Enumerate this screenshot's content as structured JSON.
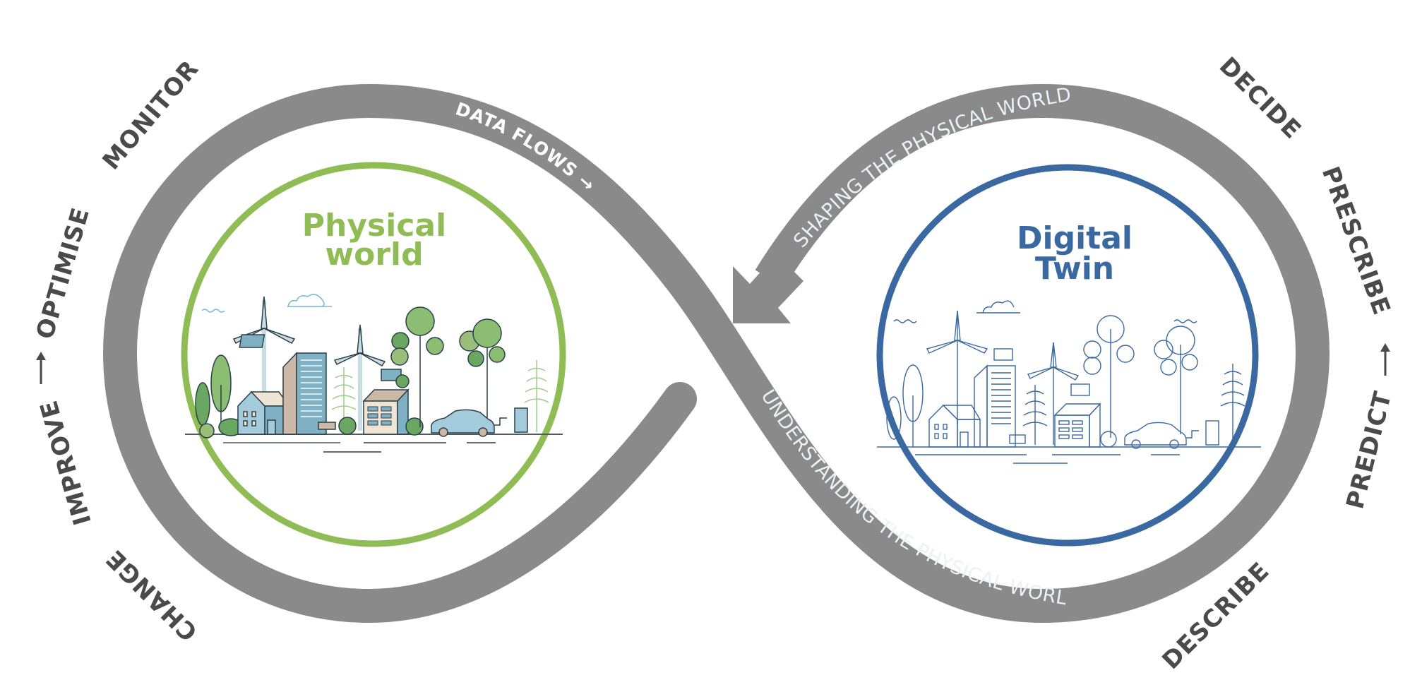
{
  "diagram": {
    "title": "Digital twin infinity loop",
    "colors": {
      "band": "#8a8a8a",
      "physical": "#8fbc55",
      "digital": "#3a68a0",
      "stage_text": "#4a4a4a",
      "band_text_bold": "#ffffff",
      "band_text_light": "#e9f2f7"
    },
    "physical_world": {
      "title_line1": "Physical",
      "title_line2": "world"
    },
    "digital_twin": {
      "title_line1": "Digital",
      "title_line2": "Twin"
    },
    "band_labels": {
      "data_flows": "DATA FLOWS →",
      "shaping": "SHAPING THE PHYSICAL WORLD",
      "understanding": "UNDERSTANDING THE PHYSICAL WORLD"
    },
    "stages": {
      "monitor": "MONITOR",
      "optimise": "OPTIMISE",
      "improve": "IMPROVE",
      "change": "CHANGE",
      "decide": "DECIDE",
      "prescribe": "PRESCRIBE",
      "predict": "PREDICT",
      "describe": "DESCRIBE"
    },
    "arrows": {
      "improve_to_optimise": "→",
      "predict_to_prescribe": "→"
    }
  }
}
